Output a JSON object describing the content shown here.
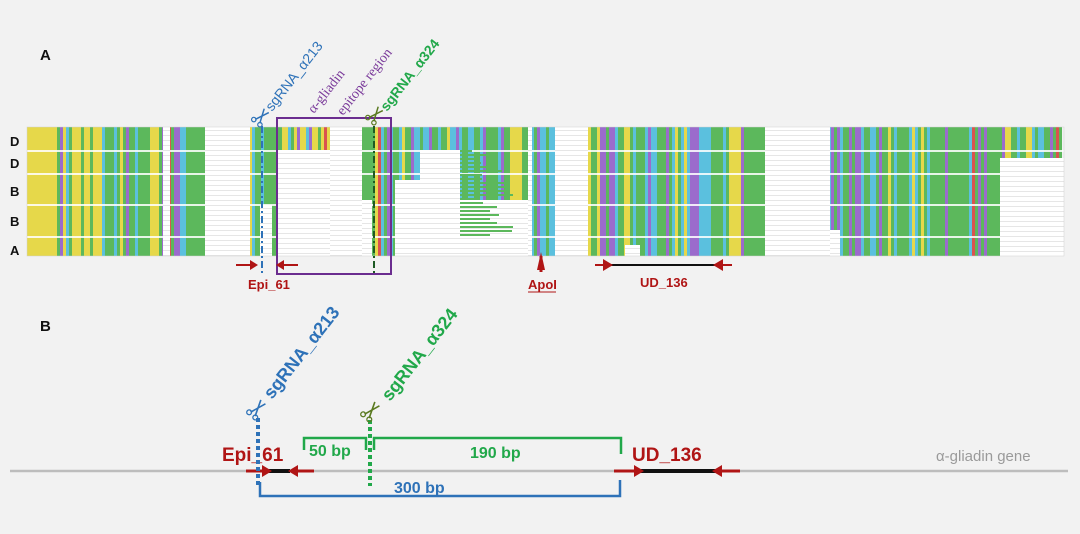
{
  "panelA": {
    "label": "A",
    "genomes": [
      "D",
      "D",
      "B",
      "B",
      "A"
    ],
    "sgrna1": "sgRNA_α213",
    "sgrna2": "sgRNA_α324",
    "region_line1": "α-gliadin",
    "region_line2": "epitope region",
    "primer1": "Epi_61",
    "primer2": "ApoI",
    "primer3": "UD_136",
    "colors": {
      "green": "#5cb85c",
      "yellow": "#e6d84a",
      "cyan": "#5bc0de",
      "purple": "#9b6bcc",
      "red": "#d9534f",
      "blank": "#ffffff"
    }
  },
  "panelB": {
    "label": "B",
    "sgrna1": "sgRNA_α213",
    "sgrna2": "sgRNA_α324",
    "epi": "Epi_61",
    "ud": "UD_136",
    "bp50": "50 bp",
    "bp190": "190 bp",
    "bp300": "300 bp",
    "gene": "α-gliadin gene"
  }
}
